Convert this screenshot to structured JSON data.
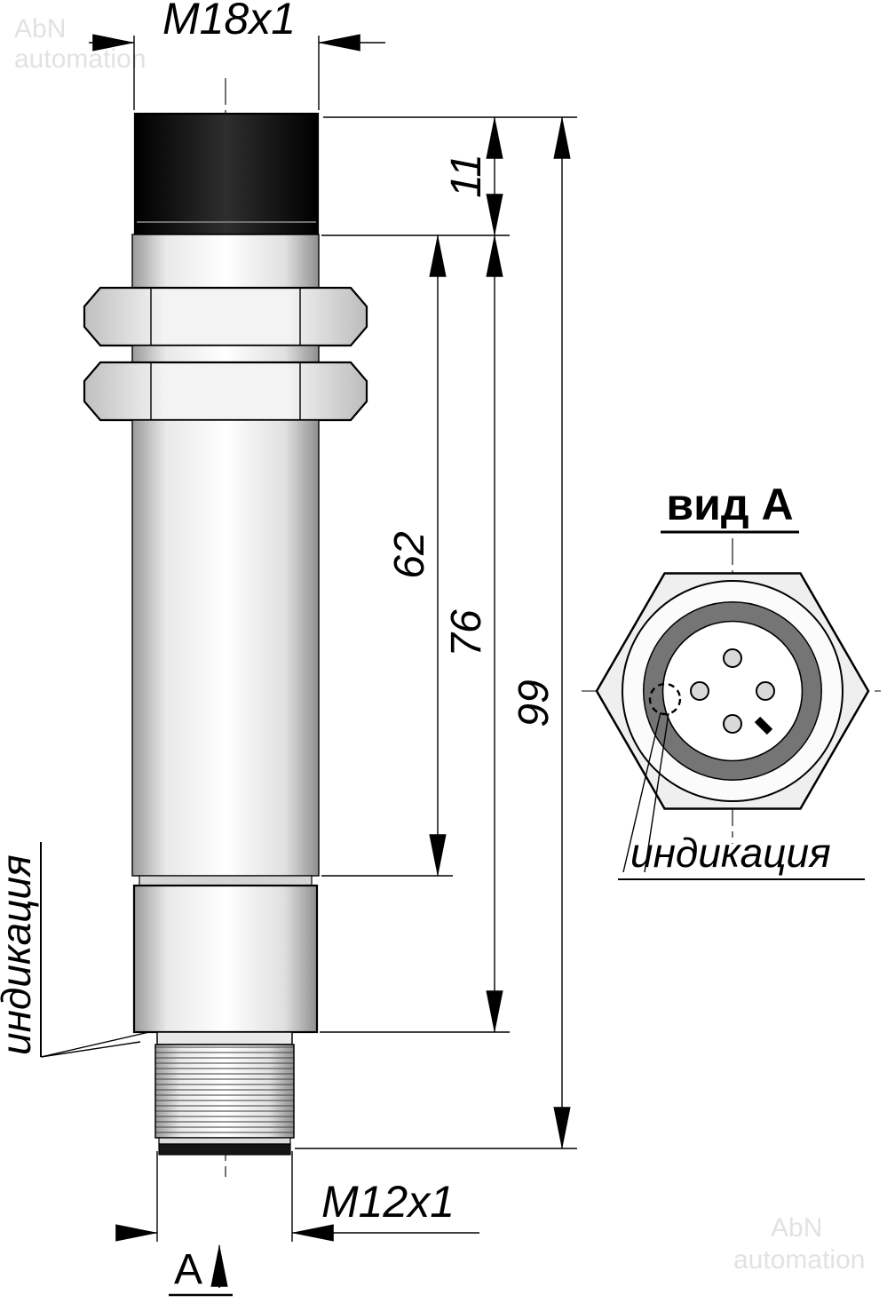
{
  "front_view": {
    "thread_spec_top": "M18x1",
    "dims": {
      "cap_height": "11",
      "thread_length": "62",
      "body_length": "76",
      "total_length": "99"
    },
    "thread_spec_bottom": "M12x1",
    "indication_label": "индикация",
    "view_arrow_label": "А"
  },
  "end_view": {
    "title": "вид А",
    "indication_label": "индикация"
  },
  "watermark": {
    "line1": "AbN",
    "line2": "automation"
  }
}
